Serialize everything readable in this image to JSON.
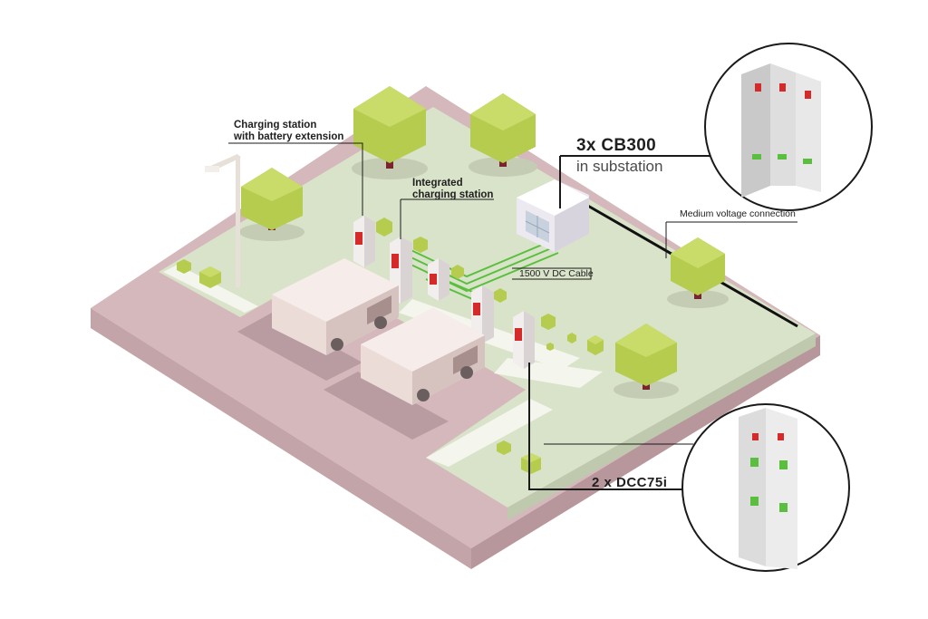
{
  "labels": {
    "charging_station_battery_line1": "Charging station",
    "charging_station_battery_line2": "with battery extension",
    "integrated_line1": "Integrated",
    "integrated_line2": "charging station",
    "cb300_title": "3x CB300",
    "cb300_sub": "in substation",
    "medium_voltage": "Medium voltage connection",
    "dc_cable": "1500 V DC Cable",
    "dcc75i": "2 x DCC75i"
  },
  "colors": {
    "lawn": "#d9e3c9",
    "lawn_side": "#bfc9ad",
    "pavement": "#d4b8bb",
    "pavement_side": "#c3a4a8",
    "path": "#f4f5ec",
    "tree": "#b5cc4f",
    "tree_dark": "#8ea52f",
    "trunk": "#7a2430",
    "van": "#ecdcd8",
    "van_shade": "#d6c3bf",
    "cable_green": "#5abf3e",
    "accent_red": "#d42a2a",
    "line": "#1a1a1a"
  }
}
